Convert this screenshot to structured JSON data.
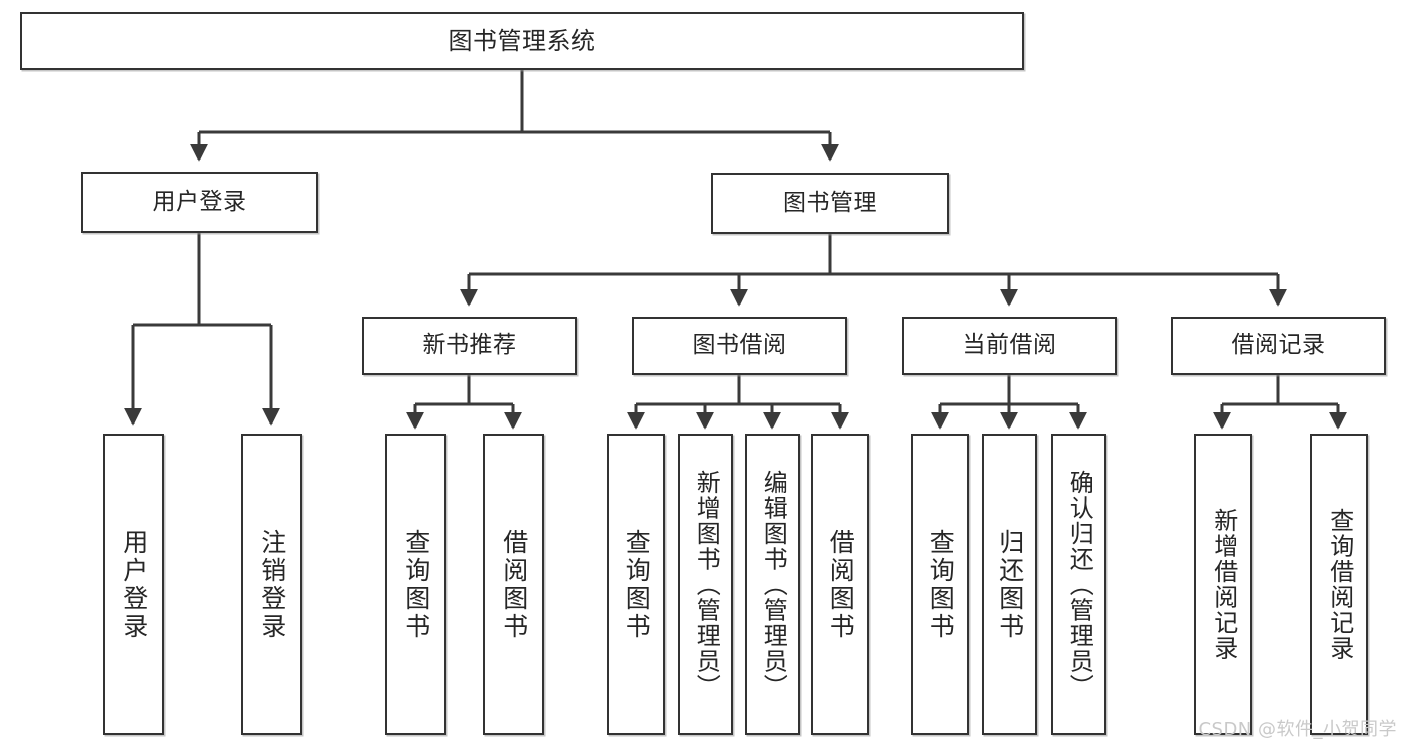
{
  "diagram": {
    "title": "图书管理系统",
    "type": "tree-hierarchy",
    "watermark": "CSDN @软件_小贺同学",
    "colors": {
      "box_border": "#333333",
      "box_fill": "#ffffff",
      "edge": "#3a3a3a",
      "text": "#262626",
      "watermark": "#c9c9c9"
    },
    "levels": {
      "root": {
        "label": "图书管理系统"
      },
      "level2": [
        {
          "label": "用户登录"
        },
        {
          "label": "图书管理"
        }
      ],
      "level3": [
        {
          "label": "新书推荐"
        },
        {
          "label": "图书借阅"
        },
        {
          "label": "当前借阅"
        },
        {
          "label": "借阅记录"
        }
      ],
      "level4": {
        "user_login": [
          {
            "label": "用户登录"
          },
          {
            "label": "注销登录"
          }
        ],
        "new_book_recommend": [
          {
            "label": "查询图书"
          },
          {
            "label": "借阅图书"
          }
        ],
        "book_borrow": [
          {
            "label": "查询图书"
          },
          {
            "label": "新增图书（管理员）"
          },
          {
            "label": "编辑图书（管理员）"
          },
          {
            "label": "借阅图书"
          }
        ],
        "current_borrow": [
          {
            "label": "查询图书"
          },
          {
            "label": "归还图书"
          },
          {
            "label": "确认归还（管理员）"
          }
        ],
        "borrow_record": [
          {
            "label": "新增借阅记录"
          },
          {
            "label": "查询借阅记录"
          }
        ]
      }
    }
  }
}
